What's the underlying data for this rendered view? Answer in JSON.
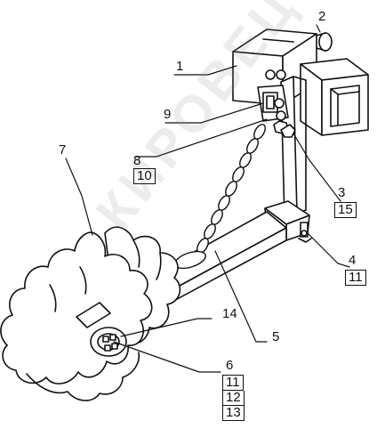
{
  "watermark": "КИРОВЕЦ",
  "colors": {
    "ink": "#111111",
    "paper": "#ffffff",
    "watermark": "#969696"
  },
  "callouts": {
    "c1": "1",
    "c2": "2",
    "c3": "3",
    "c3b": "15",
    "c4": "4",
    "c4b": "11",
    "c5": "5",
    "c6": "6",
    "c6b": "11",
    "c6c": "12",
    "c6d": "13",
    "c7": "7",
    "c8": "8",
    "c8b": "10",
    "c9": "9",
    "c14": "14"
  }
}
